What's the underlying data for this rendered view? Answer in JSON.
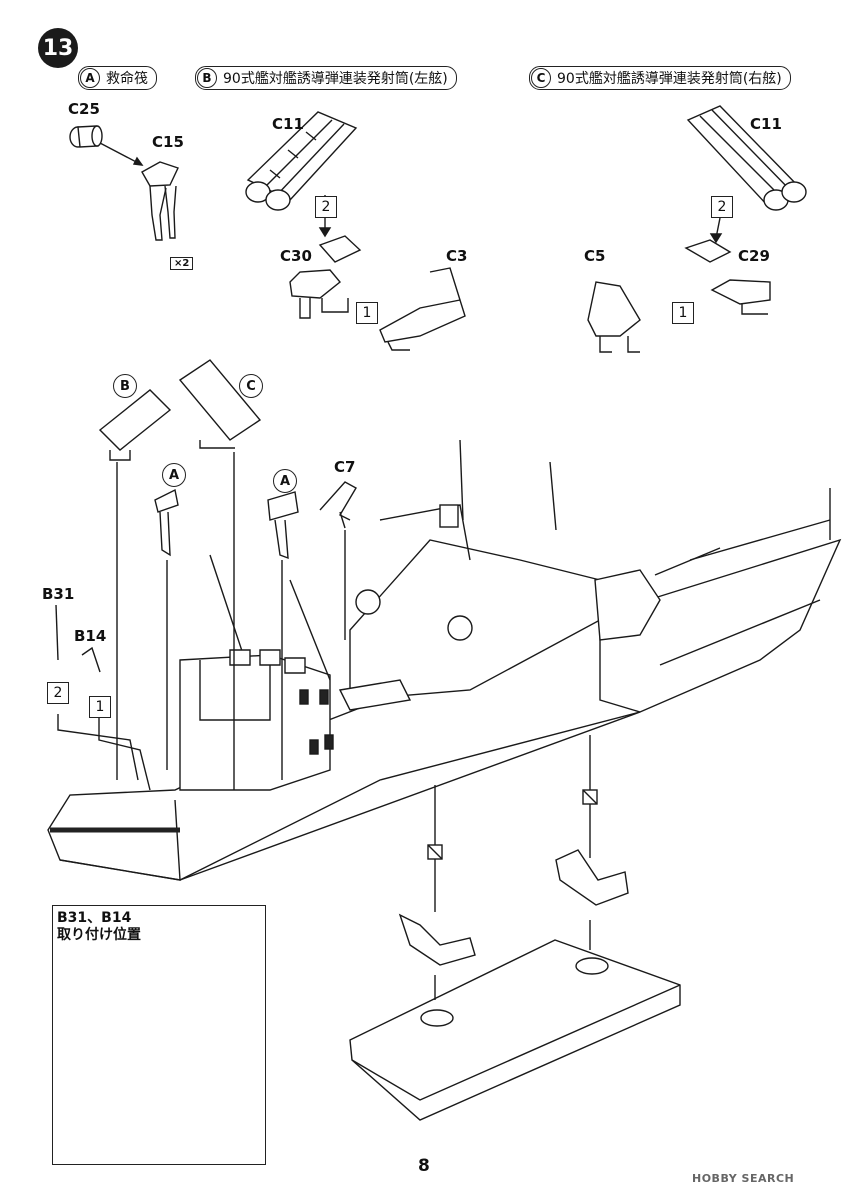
{
  "step": {
    "number": "13"
  },
  "headers": [
    {
      "key": "A",
      "label": "救命筏"
    },
    {
      "key": "B",
      "label": "90式艦対艦誘導弾連装発射筒(左舷)"
    },
    {
      "key": "C",
      "label": "90式艦対艦誘導弾連装発射筒(右舷)"
    }
  ],
  "parts": {
    "c25": "C25",
    "c15": "C15",
    "qty_x2": "×2",
    "c11_left": "C11",
    "c11_right": "C11",
    "c30": "C30",
    "c3": "C3",
    "c5": "C5",
    "c29": "C29",
    "c7": "C7",
    "b31": "B31",
    "b14": "B14"
  },
  "seq": {
    "b_two": "2",
    "b_one": "1",
    "c_two": "2",
    "c_one": "1",
    "ship_two": "2",
    "ship_one": "1"
  },
  "ship_labels": {
    "b": "B",
    "c": "C",
    "a1": "A",
    "a2": "A"
  },
  "inset": {
    "title_line1": "B31、B14",
    "title_line2": "取り付け位置"
  },
  "page_number": "8",
  "watermark": "HOBBY SEARCH"
}
